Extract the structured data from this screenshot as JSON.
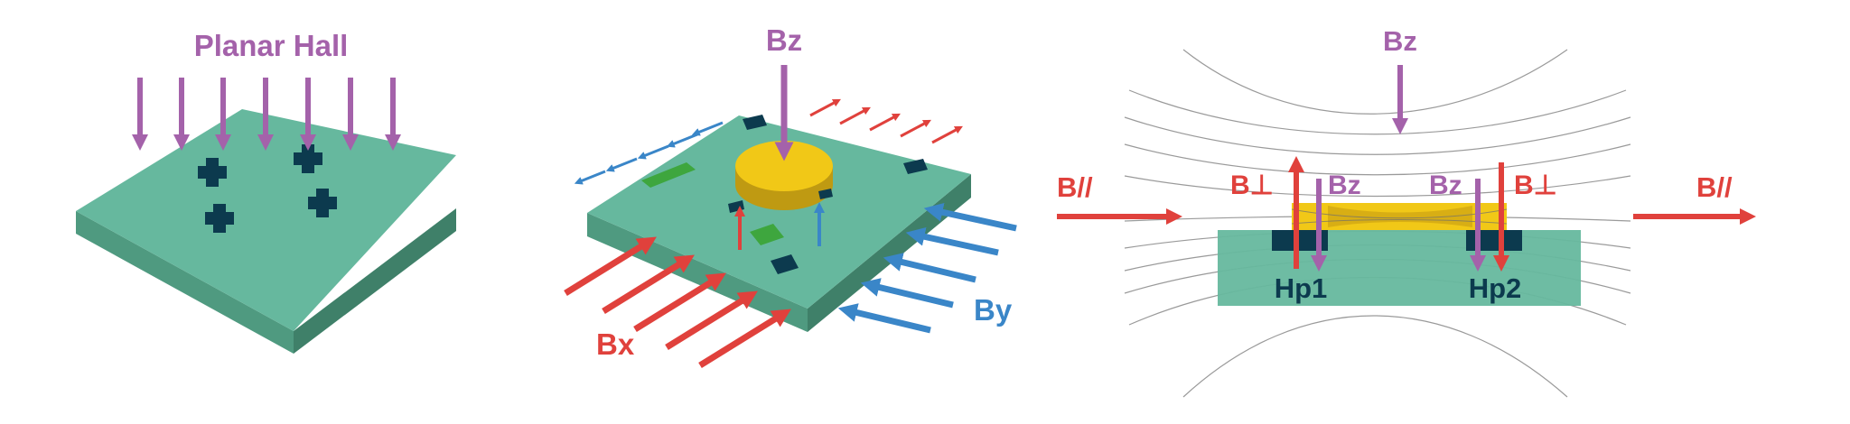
{
  "panel1": {
    "title": "Planar Hall"
  },
  "panel2": {
    "bz_label": "Bz",
    "bx_label": "Bx",
    "by_label": "By"
  },
  "panel3": {
    "bz_top_label": "Bz",
    "b_parallel_left": "B//",
    "b_parallel_right": "B//",
    "b_perp_left": "B⊥",
    "b_perp_right": "B⊥",
    "bz_left": "Bz",
    "bz_right": "Bz",
    "hp1": "Hp1",
    "hp2": "Hp2"
  },
  "colors": {
    "purple": "#a462aa",
    "red": "#e0413c",
    "blue": "#3a86c8",
    "green_top": "#66b89e",
    "green_left": "#4f9a80",
    "green_right": "#3f8069",
    "sensor": "#0c3a4e",
    "gold": "#f1c817",
    "gold_dark": "#bf9a12",
    "field_line": "#9a9a9a"
  }
}
